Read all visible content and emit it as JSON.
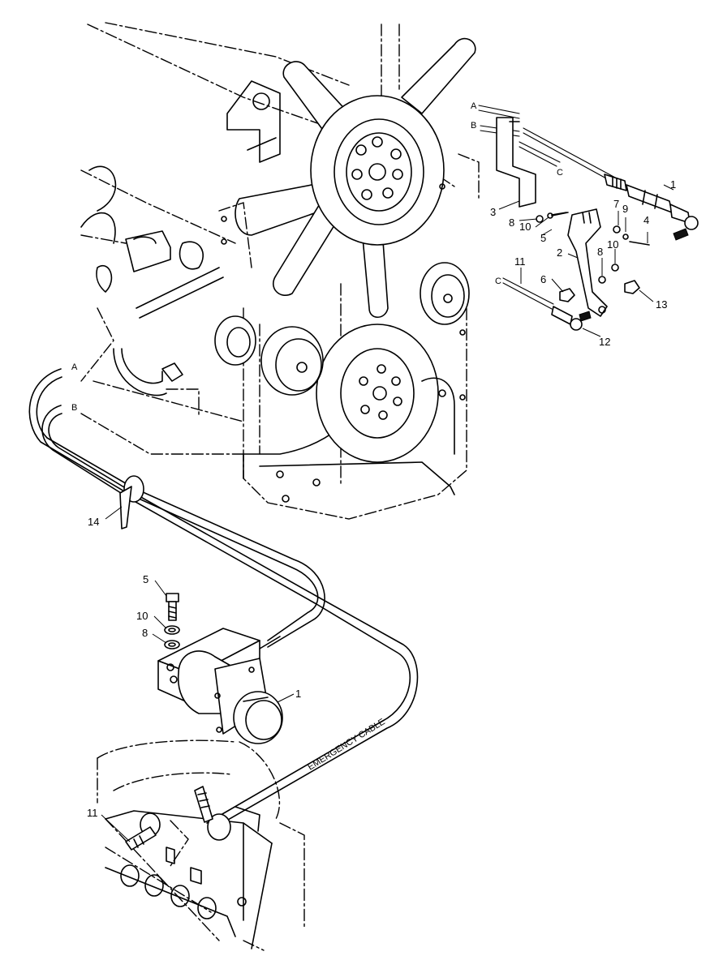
{
  "cable_label": "EMERGENCY CABLE",
  "callouts": {
    "c1_top": "1",
    "c2": "2",
    "c3": "3",
    "c4": "4",
    "c5_top": "5",
    "c6": "6",
    "c7": "7",
    "c8_a": "8",
    "c8_b": "8",
    "c9": "9",
    "c10_a": "10",
    "c10_b": "10",
    "c11_top": "11",
    "c12": "12",
    "c13": "13",
    "c14": "14",
    "c5_mid": "5",
    "c10_mid": "10",
    "c8_mid": "8",
    "c1_mid": "1",
    "c11_bottom": "11"
  },
  "connectors": {
    "a_top": "A",
    "b_top": "B",
    "c_top": "C",
    "c_left": "C",
    "a_left": "A",
    "b_left": "B"
  }
}
